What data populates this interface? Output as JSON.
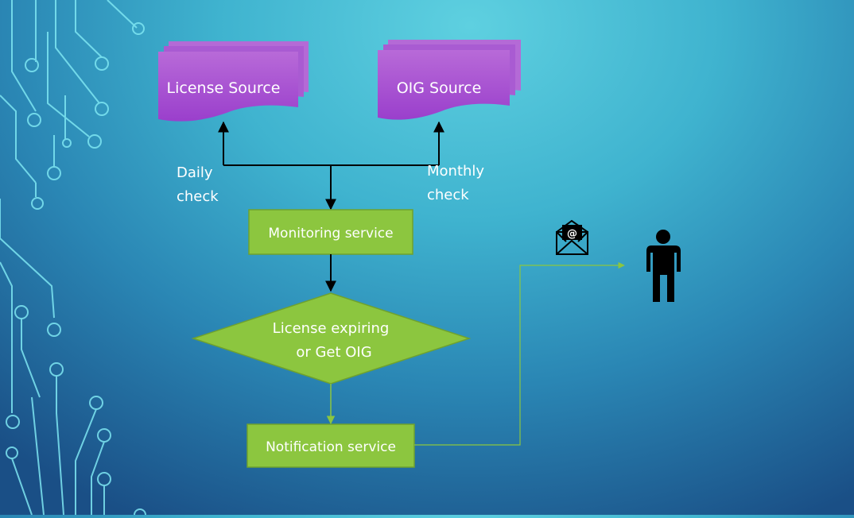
{
  "diagram": {
    "nodes": {
      "license_source": "License Source",
      "oig_source": "OIG Source",
      "monitoring": "Monitoring service",
      "decision_line1": "License expiring",
      "decision_line2": "or Get OIG",
      "notification": "Notification service"
    },
    "edge_labels": {
      "daily_line1": "Daily",
      "daily_line2": "check",
      "monthly_line1": "Monthly",
      "monthly_line2": "check"
    },
    "icons": {
      "email": "email-envelope-icon",
      "recipient": "person-icon"
    },
    "colors": {
      "source_fill": "#a855d6",
      "process_fill": "#8cc63f",
      "connector": "#000000",
      "notify_line": "#8cc63f"
    }
  }
}
